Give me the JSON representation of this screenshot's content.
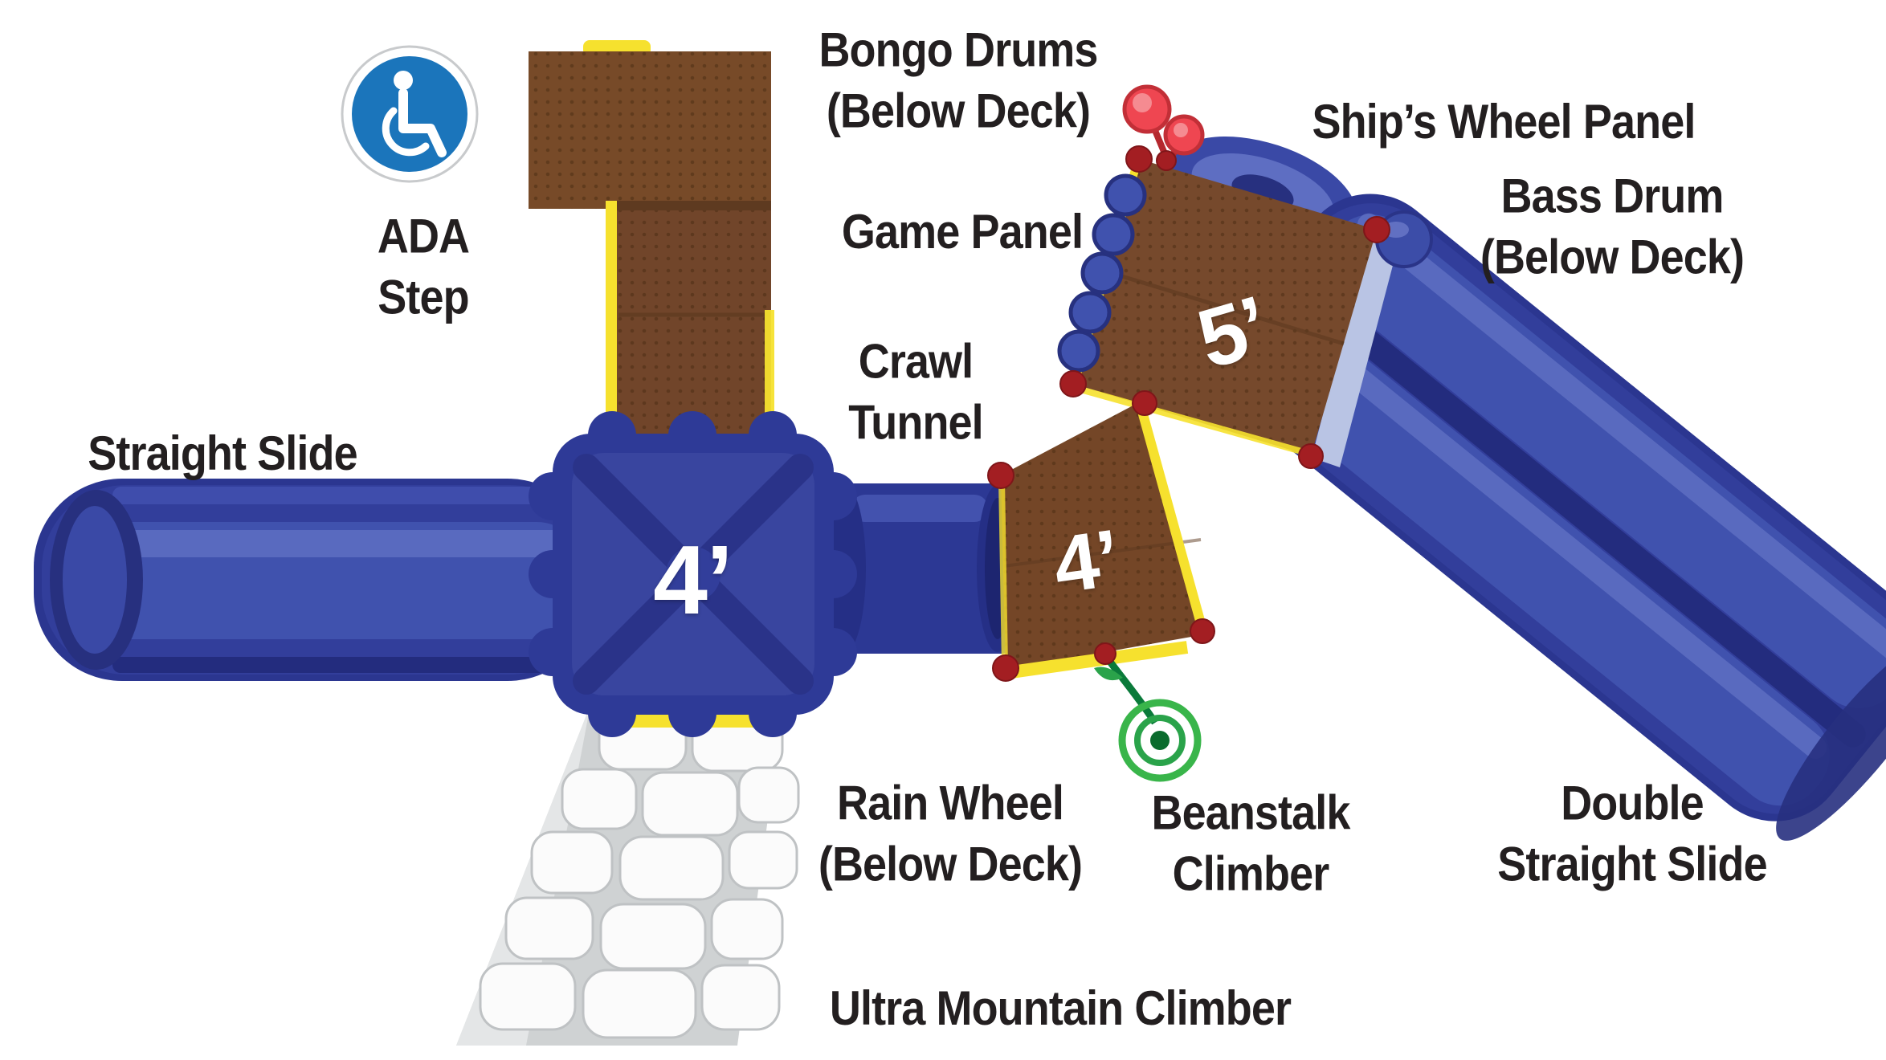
{
  "diagram": {
    "type": "playground-equipment-top-view",
    "labels": {
      "ada_step": {
        "line1": "ADA",
        "line2": "Step"
      },
      "straight_slide": "Straight Slide",
      "bongo_drums": {
        "line1": "Bongo Drums",
        "line2": "(Below Deck)"
      },
      "game_panel": "Game Panel",
      "crawl_tunnel": {
        "line1": "Crawl",
        "line2": "Tunnel"
      },
      "ships_wheel_panel": "Ship’s Wheel Panel",
      "bass_drum": {
        "line1": "Bass Drum",
        "line2": "(Below Deck)"
      },
      "rain_wheel": {
        "line1": "Rain Wheel",
        "line2": "(Below Deck)"
      },
      "beanstalk_climber": {
        "line1": "Beanstalk",
        "line2": "Climber"
      },
      "double_straight_slide": {
        "line1": "Double",
        "line2": "Straight Slide"
      },
      "ultra_mountain_climber": "Ultra Mountain Climber"
    },
    "deck_heights": {
      "main_deck": "4’",
      "transfer_deck": "4’",
      "upper_deck": "5’"
    },
    "icons": {
      "ada_badge": "wheelchair"
    },
    "colors": {
      "slide_blue": "#2b3690",
      "deck_blue": "#2e3a97",
      "panel_brown": "#744627",
      "accent_yellow": "#f6e12e",
      "clamp_red": "#a31e22",
      "drum_red": "#ef4651",
      "climber_green": "#39b54a",
      "ada_blue": "#1b75bb",
      "label_ink": "#231f20",
      "stone_gray": "#cfd2d3"
    }
  }
}
